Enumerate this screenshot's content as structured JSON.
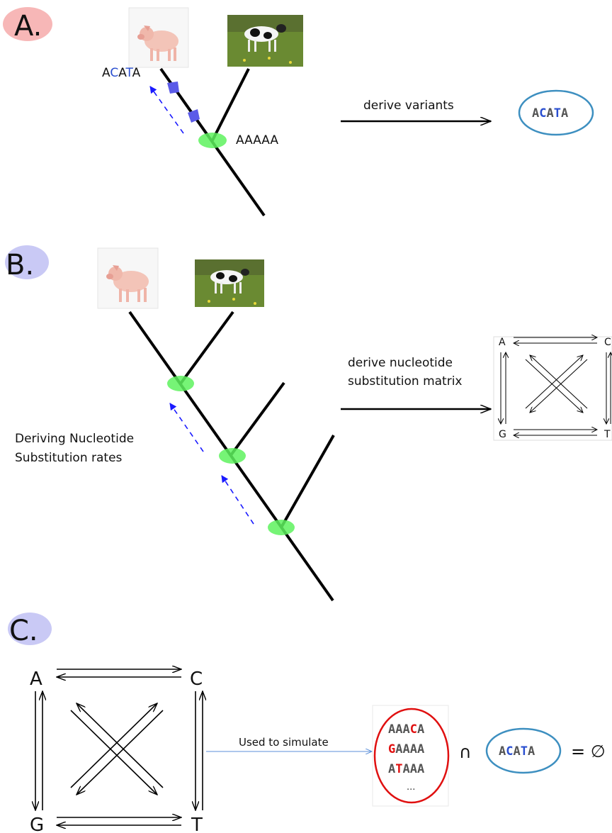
{
  "panel_a": {
    "label": "A.",
    "pig_seq": [
      "A",
      "C",
      "A",
      "T",
      "A"
    ],
    "ancestor_seq": "AAAAA",
    "arrow_label": "derive variants",
    "variant_box": [
      "A",
      "C",
      "A",
      "T",
      "A"
    ]
  },
  "panel_b": {
    "label": "B.",
    "side_label_1": "Deriving Nucleotide",
    "side_label_2": "Substitution rates",
    "arrow_label_1": "derive nucleotide",
    "arrow_label_2": "substitution matrix",
    "matrix": {
      "a": "A",
      "c": "C",
      "g": "G",
      "t": "T"
    }
  },
  "panel_c": {
    "label": "C.",
    "matrix": {
      "a": "A",
      "c": "C",
      "g": "G",
      "t": "T"
    },
    "arrow_label": "Used to simulate",
    "simulated": [
      [
        "A",
        "A",
        "A",
        "C",
        "A"
      ],
      [
        "G",
        "A",
        "A",
        "A",
        "A"
      ],
      [
        "A",
        "T",
        "A",
        "A",
        "A"
      ]
    ],
    "ellipsis": "...",
    "intersect_symbol": "∩",
    "variant_box": [
      "A",
      "C",
      "A",
      "T",
      "A"
    ],
    "result": "= ∅"
  },
  "colors": {
    "label_a_bg": "#f7b7b7",
    "label_bc_bg": "#c9c9f5",
    "dash_arrow": "#1a1aff",
    "node_green": "#5ef25e",
    "mutation_blue": "#5b5be8",
    "box_stroke": "#3d8fc0",
    "sim_stroke": "#e01010",
    "highlight_red": "#e01010",
    "highlight_blue": "#2a4fd0",
    "thin_arrow": "#5b8fd8"
  }
}
